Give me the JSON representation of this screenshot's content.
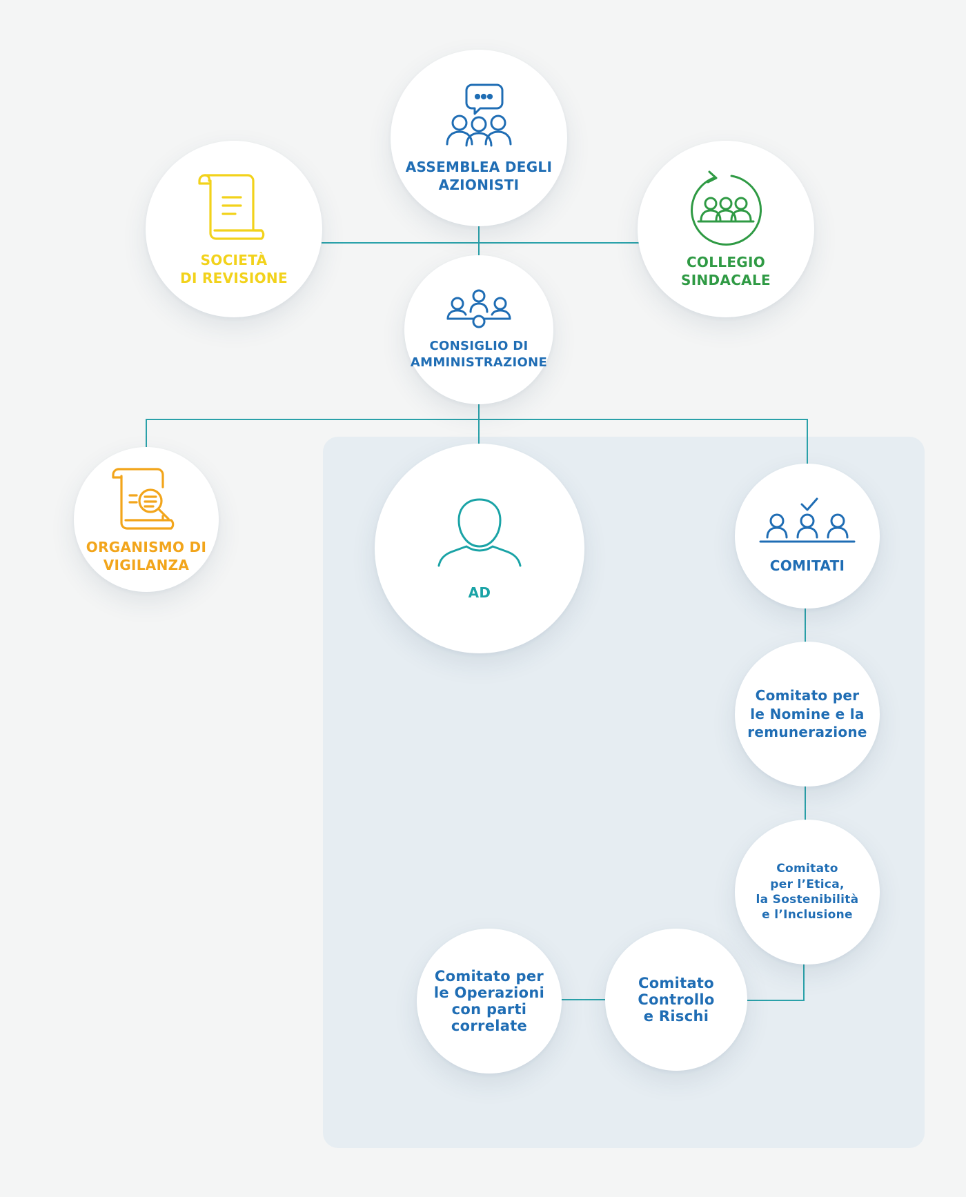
{
  "colors": {
    "connector": "#2aa1a9",
    "blue": "#1f6db4",
    "teal": "#1aa3a6",
    "yellow": "#f2d21b",
    "orange": "#f2a51b",
    "green": "#2f9a44",
    "panel": "#e6edf2"
  },
  "nodes": {
    "assemblea": {
      "icon": "shareholders-meeting-icon",
      "line1": "ASSEMBLEA DEGLI",
      "line2": "AZIONISTI"
    },
    "societa": {
      "icon": "scroll-document-icon",
      "line1": "SOCIETÀ",
      "line2": "DI REVISIONE"
    },
    "collegio": {
      "icon": "board-cycle-icon",
      "line1": "COLLEGIO",
      "line2": "SINDACALE"
    },
    "consiglio": {
      "icon": "board-network-icon",
      "line1": "CONSIGLIO DI",
      "line2": "AMMINISTRAZIONE"
    },
    "organismo": {
      "icon": "scroll-magnifier-icon",
      "line1": "ORGANISMO DI",
      "line2": "VIGILANZA"
    },
    "ad": {
      "icon": "person-icon",
      "line1": "AD"
    },
    "comitati": {
      "icon": "committee-check-icon",
      "line1": "COMITATI"
    },
    "nomine": {
      "line1": "Comitato per",
      "line2": "le Nomine e la",
      "line3": "remunerazione"
    },
    "etica": {
      "line1": "Comitato",
      "line2": "per l’Etica,",
      "line3": "la Sostenibilità",
      "line4": "e l’Inclusione"
    },
    "controllo": {
      "line1": "Comitato",
      "line2": "Controllo",
      "line3": "e Rischi"
    },
    "operazioni": {
      "line1": "Comitato per",
      "line2": "le Operazioni",
      "line3": "con parti",
      "line4": "correlate"
    }
  }
}
